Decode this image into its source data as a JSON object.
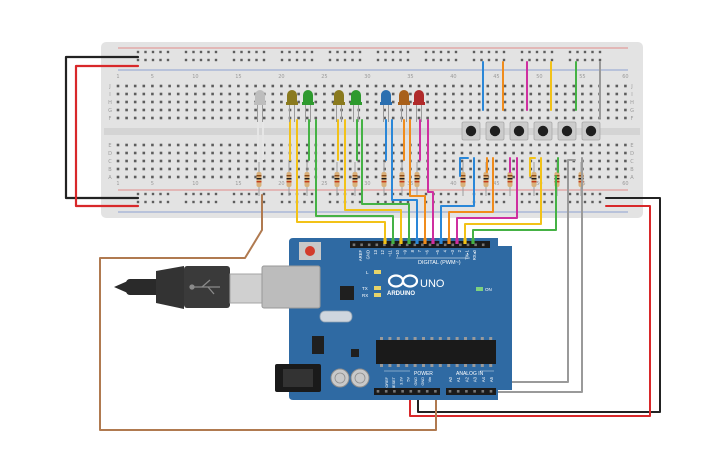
{
  "breadboard": {
    "column_numbers": [
      "1",
      "5",
      "10",
      "15",
      "20",
      "25",
      "30",
      "35",
      "40",
      "45",
      "50",
      "55",
      "60"
    ],
    "row_letters_top": [
      "J",
      "I",
      "H",
      "G",
      "F"
    ],
    "row_letters_bottom": [
      "E",
      "D",
      "C",
      "B",
      "A"
    ]
  },
  "arduino": {
    "logo": "ARDUINO",
    "model": "UNO",
    "digital_label": "DIGITAL (PWM~)",
    "analog_label": "ANALOG IN",
    "power_label": "POWER",
    "on_label": "ON",
    "tx_label": "TX",
    "rx_label": "RX",
    "l_label": "L",
    "top_pins": [
      "AREF",
      "GND",
      "13",
      "12",
      "~11",
      "~10",
      "~9",
      "8",
      "7",
      "~6",
      "~5",
      "4",
      "~3",
      "2",
      "TX▸1",
      "RX◂0"
    ],
    "power_pins": [
      "IOREF",
      "RESET",
      "3.3V",
      "5V",
      "GND",
      "GND",
      "Vin"
    ],
    "analog_pins": [
      "A0",
      "A1",
      "A2",
      "A3",
      "A4",
      "A5"
    ]
  },
  "leds": [
    {
      "name": "led-white",
      "color": "#bdbdbd"
    },
    {
      "name": "led-olive-1",
      "color": "#8a7a1e"
    },
    {
      "name": "led-green-1",
      "color": "#2e9a2e"
    },
    {
      "name": "led-olive-2",
      "color": "#8a7a1e"
    },
    {
      "name": "led-green-2",
      "color": "#2e9a2e"
    },
    {
      "name": "led-blue",
      "color": "#2a6fb0"
    },
    {
      "name": "led-orange",
      "color": "#a8601a"
    },
    {
      "name": "led-red",
      "color": "#b02a2a"
    }
  ],
  "colors": {
    "board_blue": "#2f6aa3",
    "breadboard": "#e3e3e3",
    "wire_red": "#d8282a",
    "wire_black": "#222222",
    "wire_brown": "#b07a50",
    "wire_gray": "#9a9a9a",
    "wire_yellow": "#f2c218",
    "wire_green": "#45b245",
    "wire_blue": "#2a87d8",
    "wire_orange": "#f08c1c",
    "wire_magenta": "#cf2fa0"
  }
}
